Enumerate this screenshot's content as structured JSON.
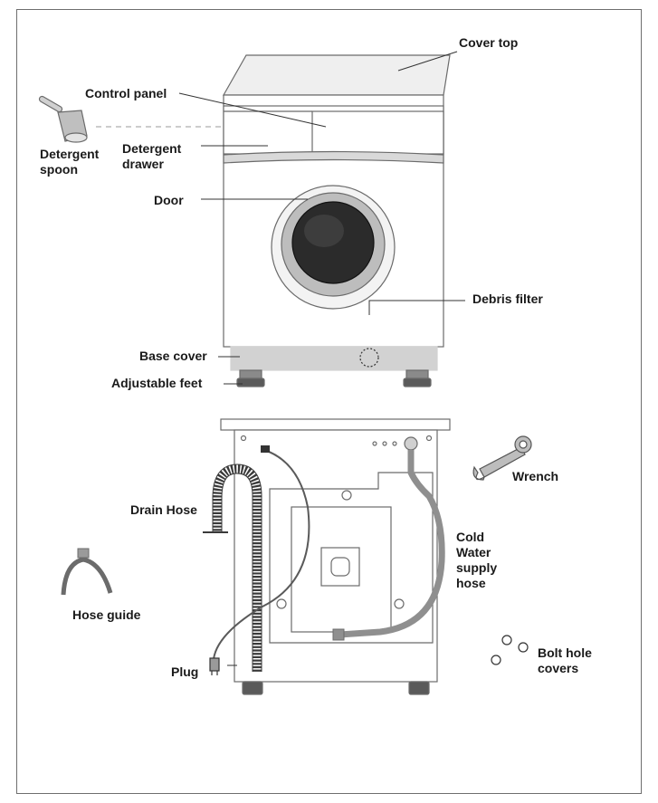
{
  "labels": {
    "cover_top": "Cover top",
    "control_panel": "Control panel",
    "detergent_spoon": "Detergent\nspoon",
    "detergent_drawer": "Detergent\ndrawer",
    "door": "Door",
    "debris_filter": "Debris filter",
    "base_cover": "Base cover",
    "adjustable_feet": "Adjustable feet",
    "drain_hose": "Drain Hose",
    "wrench": "Wrench",
    "cold_water_supply_hose": "Cold\nWater\nsupply\nhose",
    "hose_guide": "Hose guide",
    "plug": "Plug",
    "bolt_hole_covers": "Bolt hole\ncovers"
  },
  "colors": {
    "outline": "#6b6b6b",
    "base_cover": "#d2d2d2",
    "door_dark": "#2b2b2b",
    "hose_grey": "#9a9a9a",
    "frame": "#6e6e6e"
  }
}
